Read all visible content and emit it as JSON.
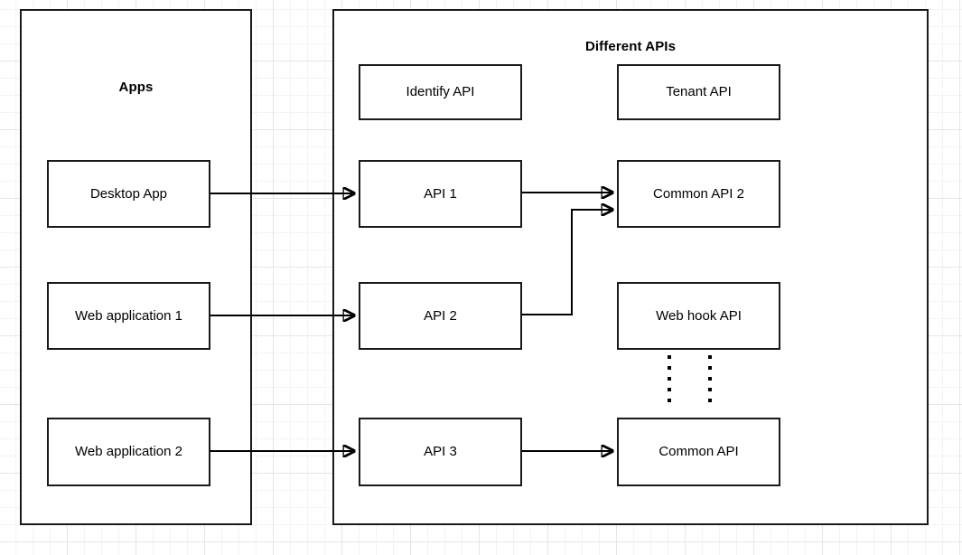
{
  "diagram": {
    "title_left": "Apps",
    "title_right": "Different APIs",
    "groups": [
      {
        "id": "apps",
        "label": "Apps"
      },
      {
        "id": "different-apis",
        "label": "Different APIs"
      }
    ],
    "apps_nodes": [
      {
        "id": "desktop-app",
        "label": "Desktop App"
      },
      {
        "id": "web-application-1",
        "label": "Web application 1"
      },
      {
        "id": "web-application-2",
        "label": "Web application 2"
      }
    ],
    "api_column_nodes": [
      {
        "id": "identify-api",
        "label": "Identify API"
      },
      {
        "id": "api-1",
        "label": "API 1"
      },
      {
        "id": "api-2",
        "label": "API 2"
      },
      {
        "id": "api-3",
        "label": "API 3"
      }
    ],
    "common_column_nodes": [
      {
        "id": "tenant-api",
        "label": "Tenant API"
      },
      {
        "id": "common-api-2",
        "label": "Common API 2"
      },
      {
        "id": "web-hook-api",
        "label": "Web hook API"
      },
      {
        "id": "common-api",
        "label": "Common API"
      }
    ],
    "connections": [
      {
        "from": "desktop-app",
        "to": "api-1"
      },
      {
        "from": "web-application-1",
        "to": "api-2"
      },
      {
        "from": "web-application-2",
        "to": "api-3"
      },
      {
        "from": "api-1",
        "to": "common-api-2"
      },
      {
        "from": "api-2",
        "to": "common-api-2"
      },
      {
        "from": "api-3",
        "to": "common-api"
      }
    ],
    "ellipsis": {
      "columns": 2,
      "dots_per_column": 5,
      "meaning": "more APIs"
    },
    "colors": {
      "stroke": "#000000",
      "box_border": "#1a1a1a",
      "box_fill": "#ffffff",
      "canvas": "#ffffff",
      "grid_minor": "#f4f4f4",
      "grid_major": "#e6e6e6"
    }
  }
}
